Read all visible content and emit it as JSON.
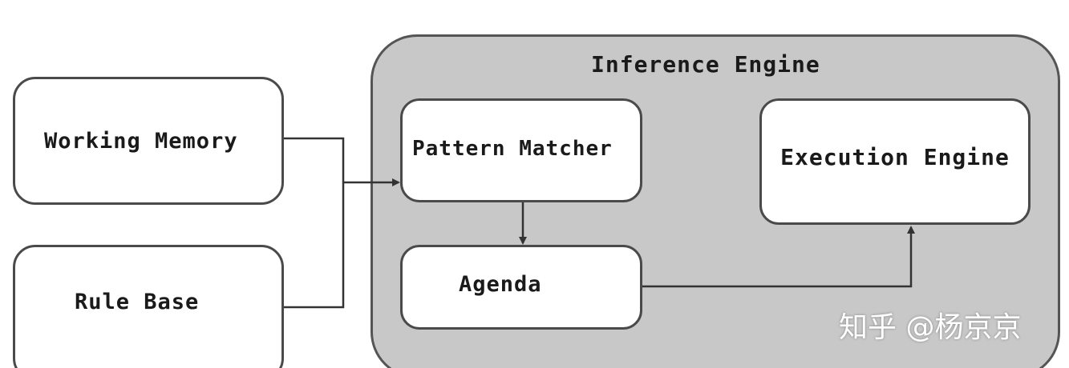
{
  "diagram": {
    "engine": {
      "title": "Inference Engine"
    },
    "nodes": {
      "working_memory": "Working Memory",
      "rule_base": "Rule Base",
      "pattern_matcher": "Pattern Matcher",
      "agenda": "Agenda",
      "execution_engine": "Execution Engine"
    },
    "edges": [
      {
        "from": "working_memory",
        "to": "pattern_matcher"
      },
      {
        "from": "rule_base",
        "to": "pattern_matcher"
      },
      {
        "from": "pattern_matcher",
        "to": "agenda"
      },
      {
        "from": "agenda",
        "to": "execution_engine"
      }
    ]
  },
  "watermark": {
    "text": "知乎 @杨京京"
  },
  "colors": {
    "container_fill": "#c8c8c8",
    "container_border": "#555555",
    "box_fill": "#ffffff",
    "box_border": "#4a4a4a",
    "line": "#333333",
    "text": "#1a1a1a"
  }
}
